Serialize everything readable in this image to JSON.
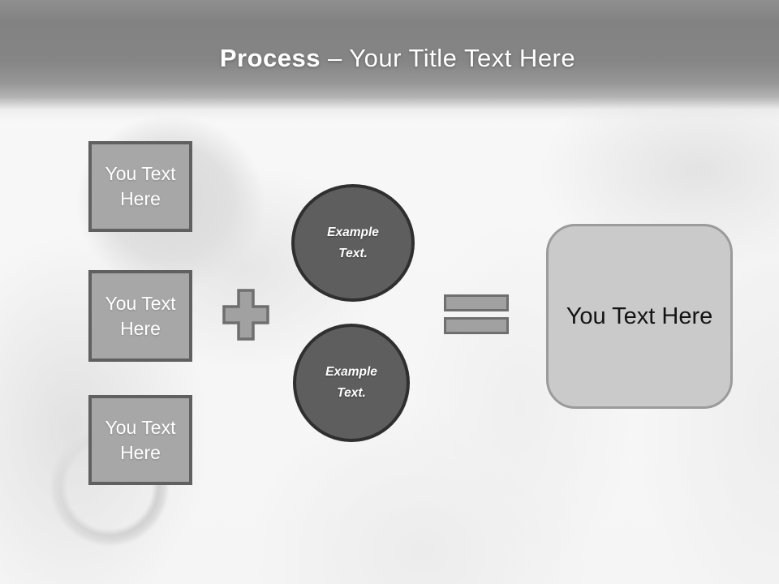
{
  "slide": {
    "title": {
      "bold": "Process",
      "rest": "– Your Title Text Here"
    },
    "input_boxes": [
      {
        "label": "You Text Here"
      },
      {
        "label": "You Text Here"
      },
      {
        "label": "You Text Here"
      }
    ],
    "circles": [
      {
        "label": "Example Text."
      },
      {
        "label": "Example Text."
      }
    ],
    "operators": {
      "plus": "plus-icon",
      "equals": "equals-icon"
    },
    "result_box": {
      "label": "You Text Here"
    },
    "colors": {
      "header_gray": "#858585",
      "title_text": "#ffffff",
      "box_fill": "#a7a7a7",
      "box_border": "#606060",
      "circle_fill": "#5e5e5e",
      "circle_border": "#2f2f2f",
      "operator_fill": "#a1a1a1",
      "operator_border": "#6f6f6f",
      "result_fill": "#cacaca",
      "result_border": "#9b9b9b",
      "result_text": "#141414"
    }
  }
}
